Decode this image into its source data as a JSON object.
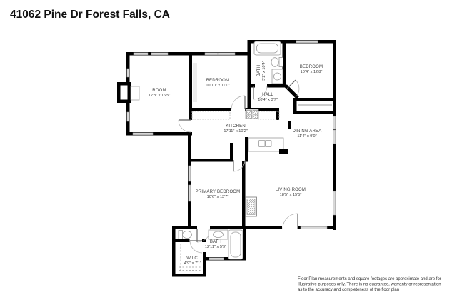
{
  "title": "41062 Pine Dr Forest Falls, CA",
  "rooms": [
    {
      "name": "ROOM",
      "dims": "12'8\" x 16'5\""
    },
    {
      "name": "BEDROOM",
      "dims": "10'10\" x 11'0\""
    },
    {
      "name": "BATH",
      "dims": "5'2\" x 10'4\""
    },
    {
      "name": "BEDROOM",
      "dims": "10'4\" x 12'8\""
    },
    {
      "name": "HALL",
      "dims": "10'4\" x 3'7\""
    },
    {
      "name": "KITCHEN",
      "dims": "17'11\" x 10'2\""
    },
    {
      "name": "DINING AREA",
      "dims": "11'4\" x 9'0\""
    },
    {
      "name": "PRIMARY BEDROOM",
      "dims": "10'6\" x 13'7\""
    },
    {
      "name": "LIVING ROOM",
      "dims": "18'5\" x 15'5\""
    },
    {
      "name": "BATH",
      "dims": "12'11\" x 5'9\""
    },
    {
      "name": "W.I.C.",
      "dims": "4'9\" x 7'1\""
    }
  ],
  "disclaimer": {
    "line1": "Floor Plan measurements and square footages are approximate and are for",
    "line2": "illustrative purposes only. There is no guarantee, warranty or representation",
    "line3": "as to the accuracy and completeness of the floor plan"
  },
  "colors": {
    "wall": "#000000",
    "window_fill": "#d9d9d9",
    "window_stroke": "#9b9b9b",
    "label": "#3d3d3d",
    "fixture": "#999999"
  }
}
